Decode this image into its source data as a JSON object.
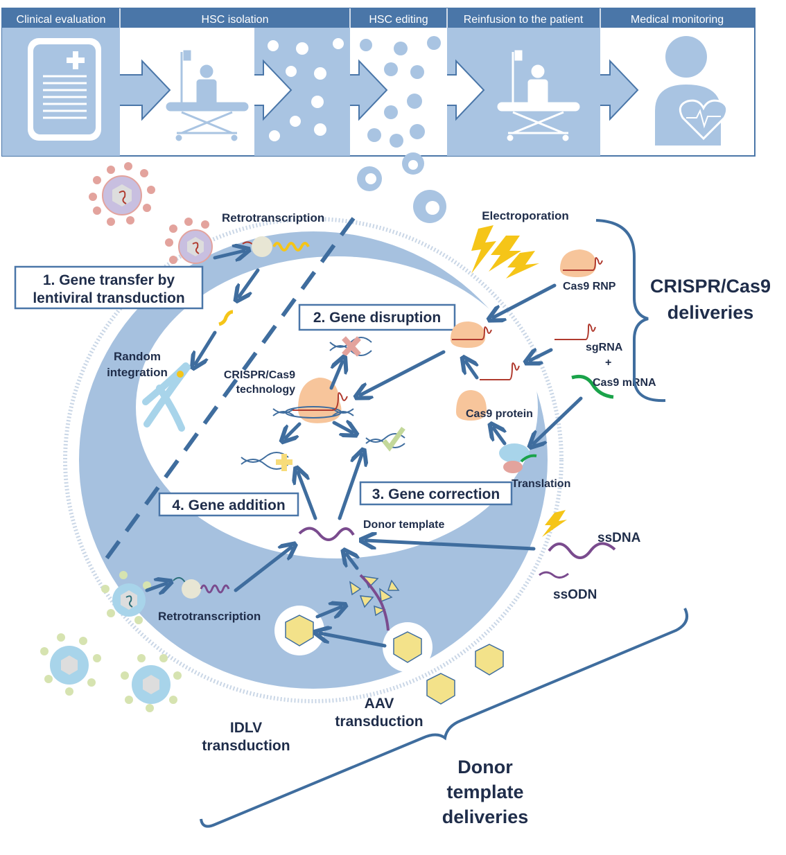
{
  "banner": {
    "steps": [
      "Clinical evaluation",
      "HSC isolation",
      "HSC editing",
      "Reinfusion to the patient",
      "Medical monitoring"
    ]
  },
  "labels": {
    "retrotranscription_top": "Retrotranscription",
    "gene_transfer": [
      "1. Gene transfer by",
      "lentiviral transduction"
    ],
    "random_integration": [
      "Random",
      "integration"
    ],
    "gene_disruption": "2. Gene disruption",
    "crispr_technology": [
      "CRISPR/Cas9",
      "technology"
    ],
    "gene_addition": "4. Gene addition",
    "gene_correction": "3. Gene correction",
    "donor_template": "Donor template",
    "electroporation": "Electroporation",
    "cas9_rnp": "Cas9 RNP",
    "sgrna": "sgRNA",
    "plus": "+",
    "cas9_mrna": "Cas9 mRNA",
    "cas9_protein": "Cas9  protein",
    "translation": "Translation",
    "crispr_deliveries": [
      "CRISPR/Cas9",
      "deliveries"
    ],
    "ssdna": "ssDNA",
    "ssodn": "ssODN",
    "retrotranscription_bottom": "Retrotranscription",
    "aav_transduction": [
      "AAV",
      "transduction"
    ],
    "idlv_transduction": [
      "IDLV",
      "transduction"
    ],
    "donor_deliveries": [
      "Donor",
      "template",
      "deliveries"
    ]
  },
  "colors": {
    "header": "#4a76a8",
    "panel_blue": "#a9c4e2",
    "ring_blue": "#a6c1df",
    "arrow": "#3f6d9e",
    "cas9": "#f7c59b",
    "lightning": "#f5c518"
  }
}
